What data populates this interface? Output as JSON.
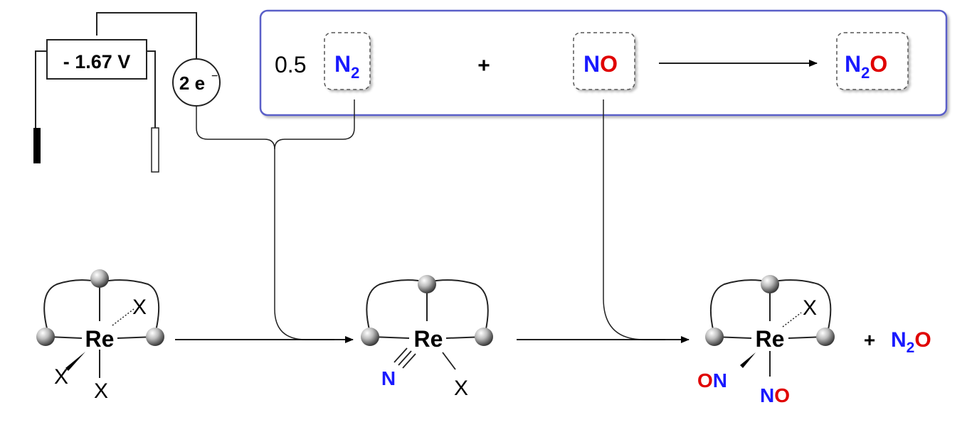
{
  "power_supply": {
    "voltage": "- 1.67 V",
    "electrons": "2 e",
    "electron_charge": "−"
  },
  "equation": {
    "coefficient": "0.5",
    "reactant1": {
      "el": "N",
      "sub": "2"
    },
    "plus": "+",
    "reactant2": {
      "n": "N",
      "o": "O"
    },
    "product": {
      "n": "N",
      "sub": "2",
      "o": "O"
    }
  },
  "complexes": {
    "metal": "Re",
    "ligand_x": "X",
    "nitride_n": "N",
    "nitrosyl_a": {
      "o": "O",
      "n": "N"
    },
    "nitrosyl_b": {
      "n": "N",
      "o": "O"
    }
  },
  "byproduct": {
    "plus": "+",
    "n": "N",
    "sub": "2",
    "o": "O"
  },
  "colors": {
    "nitrogen": "#1a1aff",
    "oxygen": "#e00000",
    "frame": "#5a5fc8",
    "ink": "#000000"
  }
}
